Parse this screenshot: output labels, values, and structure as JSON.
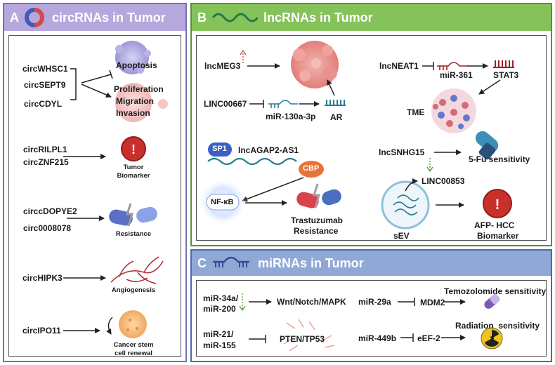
{
  "panel_a": {
    "letter": "A",
    "title": "circRNAs in Tumor",
    "group1": {
      "items": [
        "circWHSC1",
        "circSEPT9",
        "circCDYL"
      ],
      "outcomes": [
        "Apoptosis",
        "Proliferation",
        "Migration",
        "Invasion"
      ]
    },
    "group2": {
      "items": [
        "circRILPL1",
        "circZNF215"
      ],
      "label_line1": "Tumor",
      "label_line2": "Biomarker"
    },
    "group3": {
      "items": [
        "circcDOPYE2",
        "circ0008078"
      ],
      "label": "Resistance"
    },
    "group4": {
      "item": "circHIPK3",
      "label": "Angiogenesis"
    },
    "group5": {
      "item": "circIPO11",
      "label_line1": "Cancer stem",
      "label_line2": "cell renewal"
    }
  },
  "panel_b": {
    "letter": "B",
    "title": "lncRNAs in Tumor",
    "lncmeg3": "lncMEG3",
    "linc00667": "LINC00667",
    "mir130": "miR-130a-3p",
    "ar": "AR",
    "sp1": "SP1",
    "lncagap": "lncAGAP2-AS1",
    "cbp": "CBP",
    "nfkb": "NF-κB",
    "trastuzumab_line1": "Trastuzumab",
    "trastuzumab_line2": "Resistance",
    "lncneat1": "lncNEAT1",
    "mir361": "miR-361",
    "stat3": "STAT3",
    "tme": "TME",
    "lncsnhg15": "lncSNHG15",
    "fu": "5-Fu sensitivity",
    "linc00853": "LINC00853",
    "sev": "sEV",
    "afp_line1": "AFP- HCC",
    "afp_line2": "Biomarker"
  },
  "panel_c": {
    "letter": "C",
    "title": "miRNAs in Tumor",
    "mir34_line1": "miR-34a/",
    "mir34_line2": "miR-200",
    "wnt": "Wnt/Notch/MAPK",
    "mir21_line1": "miR-21/",
    "mir21_line2": "miR-155",
    "pten": "PTEN/TP53",
    "mir29a": "miR-29a",
    "mdm2": "MDM2",
    "temozolomide": "Temozolomide sensitivity",
    "mir449b": "miR-449b",
    "eef2": "eEF-2",
    "radiation": "Radiation  sensitivity"
  },
  "colors": {
    "panel_a_header": "#b6a8dc",
    "panel_b_header": "#86c25a",
    "panel_c_header": "#8fa8d6",
    "alert_red": "#c9302c",
    "cbp_orange": "#e8733a",
    "sp1_blue": "#3d5fc4"
  }
}
